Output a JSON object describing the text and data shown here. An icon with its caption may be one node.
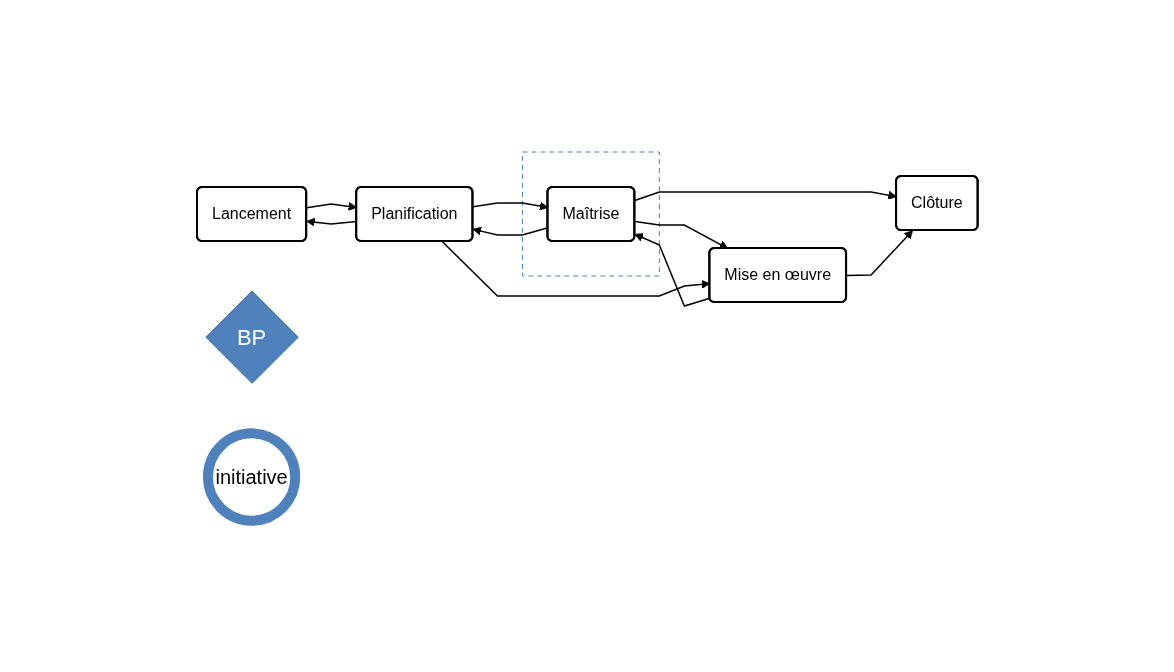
{
  "diagram": {
    "nodes": [
      {
        "text": [
          "Lancement"
        ]
      },
      {
        "text": [
          "Planification"
        ]
      },
      {
        "text": [],
        "shape": "box"
      },
      {
        "text": [
          "BP"
        ]
      },
      {
        "text": [
          "Maîtrise"
        ],
        "in": 2
      },
      {
        "text": [
          "initiative"
        ]
      },
      {
        "text": [
          "Mise en œuvre"
        ]
      },
      {
        "text": [
          "Clôture"
        ]
      }
    ],
    "edges": [
      {
        "from": 0,
        "to": 1,
        "arrow": "to"
      },
      {
        "from": 1,
        "to": 0,
        "arrow": "to"
      },
      {
        "from": 1,
        "to": 4,
        "arrow": "to"
      },
      {
        "from": 4,
        "to": 1,
        "arrow": "to"
      },
      {
        "from": 4,
        "to": 6,
        "arrow": "to"
      },
      {
        "from": 6,
        "to": 4,
        "arrow": "to"
      },
      {
        "from": 1,
        "to": 6,
        "arrow": "to"
      },
      {
        "from": 4,
        "to": 7,
        "arrow": "to"
      },
      {
        "from": 6,
        "to": 7,
        "arrow": "to"
      }
    ]
  }
}
